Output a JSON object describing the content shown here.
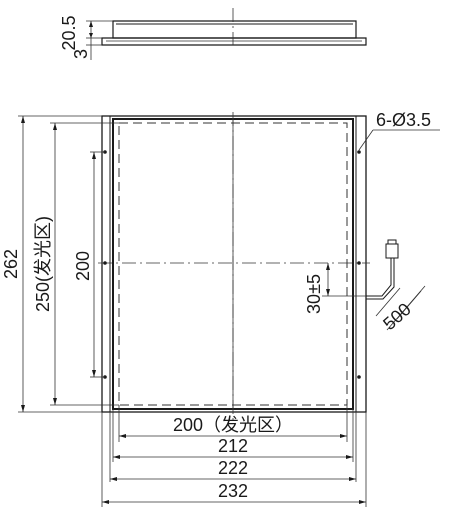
{
  "drawing": {
    "side_view": {
      "total_height": "20.5",
      "plate_height": "3"
    },
    "front_view": {
      "height_total": "262",
      "height_emitting": "250(发光区)",
      "hole_spacing_vertical": "200",
      "hole_callout": "6-Ø3.5",
      "cable_offset": "30±5",
      "cable_length": "500",
      "width_emitting": "200（发光区）",
      "width_inner": "212",
      "width_mid": "222",
      "width_total": "232"
    }
  }
}
